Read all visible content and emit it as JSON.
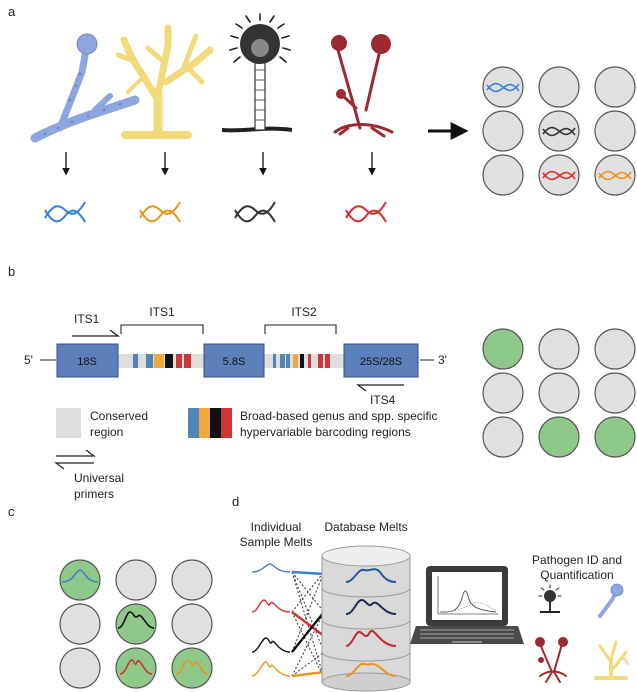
{
  "panels": {
    "a": {
      "letter": "a"
    },
    "b": {
      "letter": "b",
      "five_prime": "5'",
      "three_prime": "3'",
      "primer_forward": "ITS1",
      "primer_reverse": "ITS4",
      "spacer_1": "ITS1",
      "spacer_2": "ITS2",
      "genes": [
        "18S",
        "5.8S",
        "25S/28S"
      ],
      "legend": {
        "conserved_line1": "Conserved",
        "conserved_line2": "region",
        "barcode_line1": "Broad-based genus and spp. specific",
        "barcode_line2": "hypervariable barcoding regions",
        "primers_line1": "Universal",
        "primers_line2": "primers"
      }
    },
    "c": {
      "letter": "c"
    },
    "d": {
      "letter": "d",
      "individual_line1": "Individual",
      "individual_line2": "Sample Melts",
      "database": "Database Melts",
      "pathogen_line1": "Pathogen ID and",
      "pathogen_line2": "Quantification"
    }
  },
  "colors": {
    "gene_box": "#5b80bb",
    "well_default": "#e0e0e0",
    "well_positive": "#8fc98a",
    "dna_blue": "#3b7fd4",
    "dna_orange": "#e8961e",
    "dna_black": "#333333",
    "dna_red": "#d4312e",
    "fungus_blue": "#8ea6df",
    "fungus_yellow": "#f2da7a",
    "fungus_red": "#9c2a2e"
  },
  "well_plate_a": [
    [
      "dna-blue",
      "empty",
      "empty"
    ],
    [
      "empty",
      "dna-black",
      "empty"
    ],
    [
      "empty",
      "dna-red",
      "dna-orange"
    ]
  ],
  "well_plate_b": [
    [
      "positive",
      "negative",
      "negative"
    ],
    [
      "negative",
      "negative",
      "negative"
    ],
    [
      "negative",
      "positive",
      "positive"
    ]
  ],
  "well_plate_c": [
    [
      "melt-peak",
      "empty",
      "empty"
    ],
    [
      "empty",
      "melt-peak",
      "empty"
    ],
    [
      "empty",
      "melt-peak",
      "melt-peak"
    ]
  ]
}
